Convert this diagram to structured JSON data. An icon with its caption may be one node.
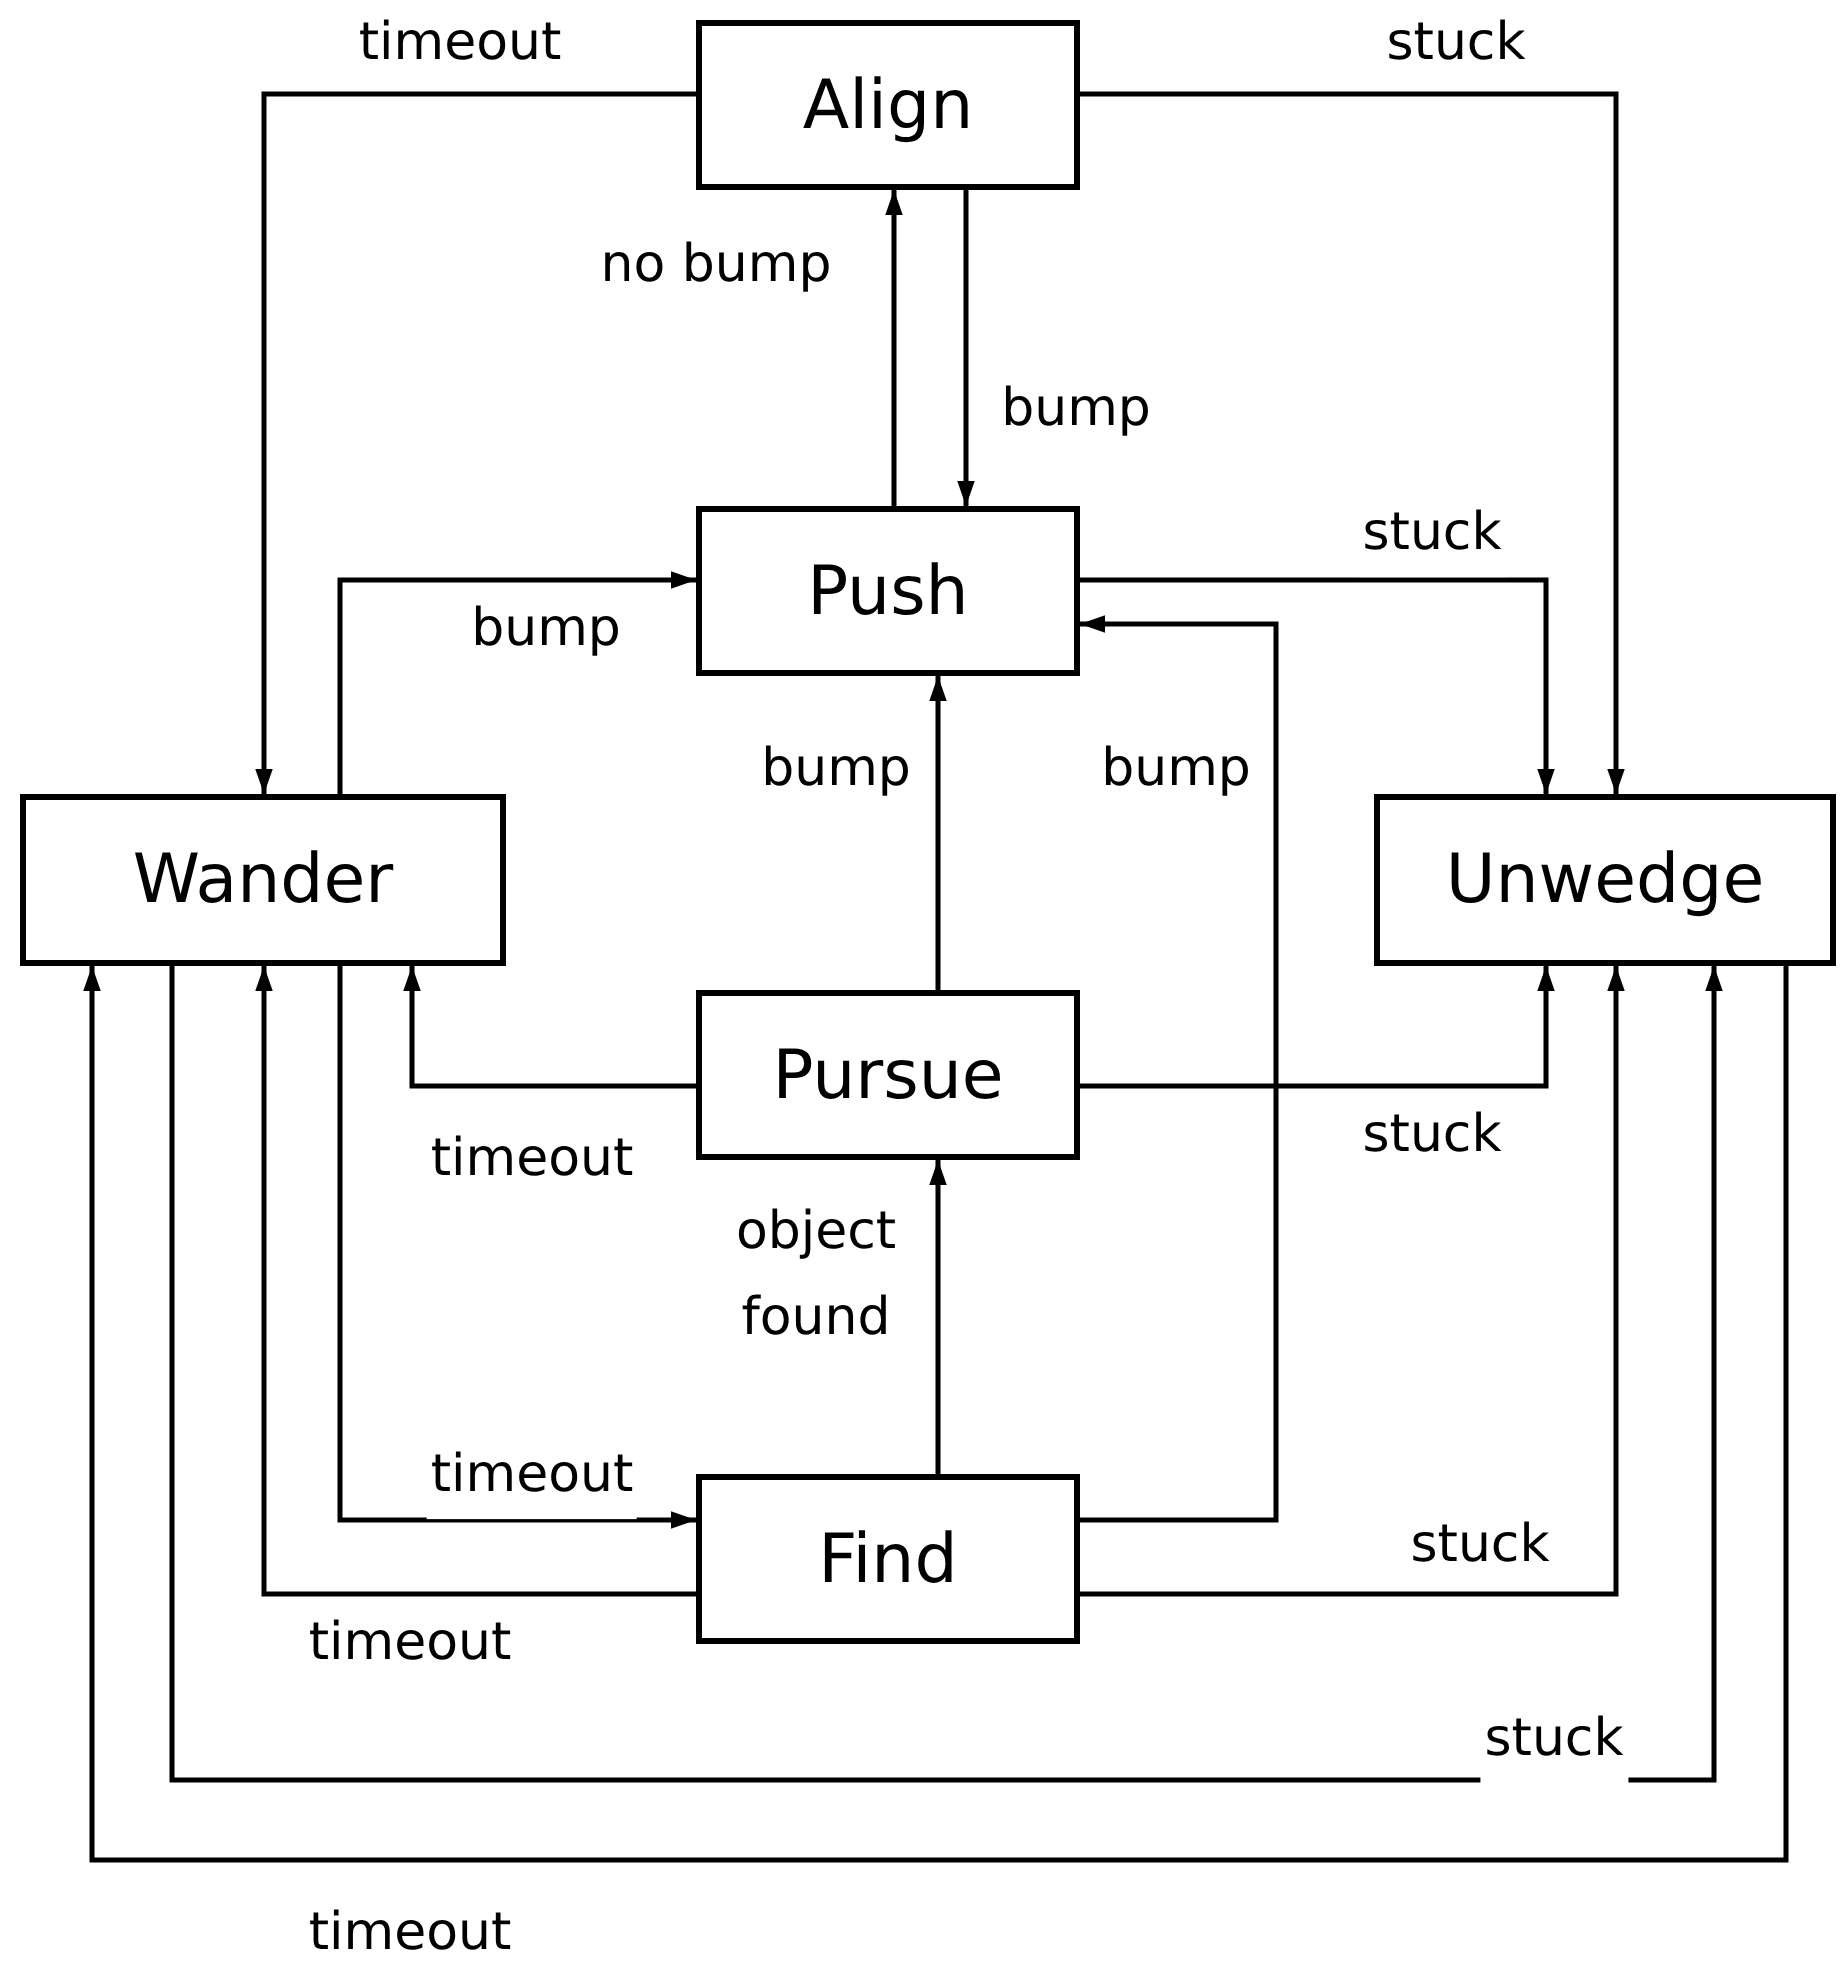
{
  "diagram": {
    "nodes": [
      {
        "text": [
          "Align"
        ]
      },
      {
        "text": [
          "Push"
        ]
      },
      {
        "text": [
          "Wander"
        ]
      },
      {
        "text": [
          "Unwedge"
        ]
      },
      {
        "text": [
          "Pursue"
        ]
      },
      {
        "text": [
          "Find"
        ]
      }
    ],
    "edges": [
      {
        "from": 0,
        "to": 2,
        "arrow": "to",
        "label": "timeout"
      },
      {
        "from": 0,
        "to": 3,
        "arrow": "to",
        "label": "stuck"
      },
      {
        "from": 1,
        "to": 0,
        "arrow": "to",
        "label": "no bump"
      },
      {
        "from": 0,
        "to": 1,
        "arrow": "to",
        "label": "bump"
      },
      {
        "from": 2,
        "to": 1,
        "arrow": "to",
        "label": "bump"
      },
      {
        "from": 1,
        "to": 3,
        "arrow": "to",
        "label": "stuck"
      },
      {
        "from": 4,
        "to": 1,
        "arrow": "to",
        "label": "bump"
      },
      {
        "from": 5,
        "to": 1,
        "arrow": "to",
        "label": "bump"
      },
      {
        "from": 4,
        "to": 2,
        "arrow": "to",
        "label": "timeout"
      },
      {
        "from": 4,
        "to": 3,
        "arrow": "to",
        "label": "stuck"
      },
      {
        "from": 5,
        "to": 4,
        "arrow": "to",
        "label": "object found"
      },
      {
        "from": 2,
        "to": 5,
        "arrow": "to",
        "label": "timeout"
      },
      {
        "from": 5,
        "to": 2,
        "arrow": "to",
        "label": "timeout"
      },
      {
        "from": 5,
        "to": 3,
        "arrow": "to",
        "label": "stuck"
      },
      {
        "from": 2,
        "to": 3,
        "arrow": "to",
        "label": "stuck"
      },
      {
        "from": 3,
        "to": 2,
        "arrow": "to",
        "label": "timeout"
      }
    ]
  }
}
